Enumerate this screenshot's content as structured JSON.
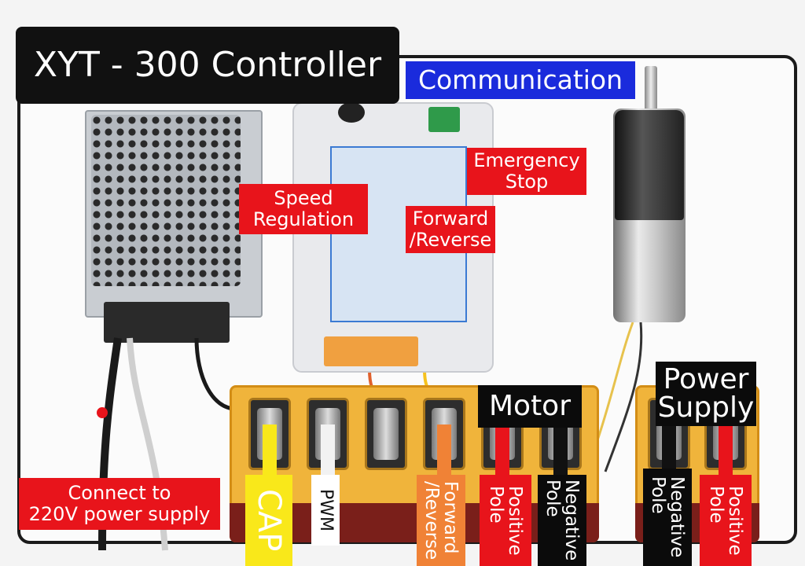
{
  "title": "XYT - 300 Controller",
  "communication": "Communication",
  "speed_regulation": "Speed\nRegulation",
  "emergency_stop": "Emergency\nStop",
  "forward_reverse_top": "Forward\n/Reverse",
  "connect_power": "Connect to\n220V power supply",
  "motor": "Motor",
  "power_supply": "Power\nSupply",
  "terminal_labels": {
    "cap": "CAP",
    "pwm": "PWM",
    "forward_reverse": "Forward\n/Reverse",
    "motor_positive": "Positive\nPole",
    "motor_negative": "Negative\nPole",
    "supply_negative": "Negative\nPole",
    "supply_positive": "Positive\nPole"
  },
  "colors": {
    "label_red": "#e8141b",
    "label_blue": "#1a2bdc",
    "label_black": "#0b0b0b",
    "cap_yellow": "#f9e81a",
    "forward_orange": "#f08236",
    "terminal_orange": "#f0b43b"
  }
}
